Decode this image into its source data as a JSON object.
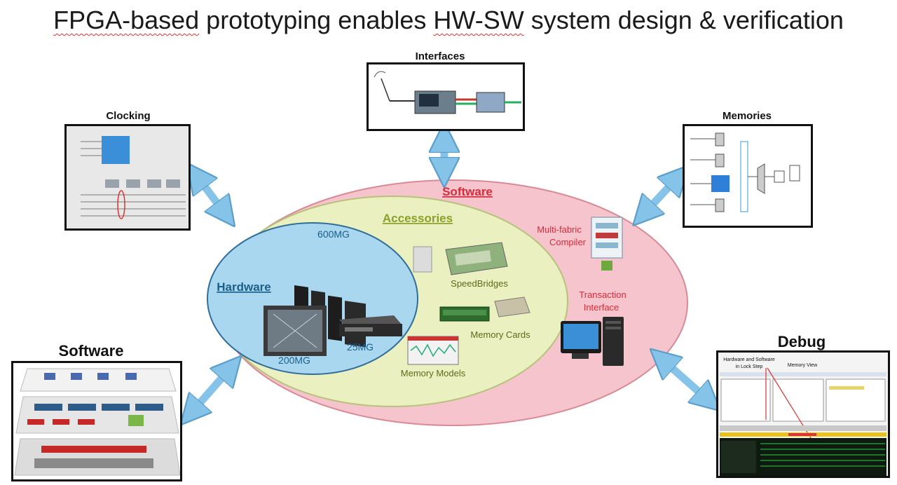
{
  "title": {
    "part1": "FPGA-based",
    "part2": " prototyping enables ",
    "part3": "HW-SW",
    "part4": " system design & verification"
  },
  "boxes": {
    "interfaces": "Interfaces",
    "clocking": "Clocking",
    "memories": "Memories",
    "software": "Software",
    "debug": "Debug"
  },
  "ellipses": {
    "software": "Software",
    "accessories": "Accessories",
    "hardware": "Hardware"
  },
  "hardware_items": {
    "mg600": "600MG",
    "mg200": "200MG",
    "mg25": "25MG"
  },
  "accessory_items": {
    "speedbridges": "SpeedBridges",
    "memory_cards": "Memory Cards",
    "memory_models": "Memory Models"
  },
  "software_items": {
    "compiler_line1": "Multi-fabric",
    "compiler_line2": "Compiler",
    "transaction_line1": "Transaction",
    "transaction_line2": "Interface"
  },
  "debug_notes": {
    "note1_line1": "Hardware and Software",
    "note1_line2": "in Lock Step",
    "note2": "Memory View"
  },
  "colors": {
    "arrow": "#86c3e8",
    "software_fill": "#f6c4cc",
    "accessories_fill": "#eaf0bf",
    "hardware_fill": "#a8d7ef",
    "software_text": "#d92b3a",
    "accessories_text": "#8ca02a",
    "hardware_text": "#1c5f8a"
  }
}
